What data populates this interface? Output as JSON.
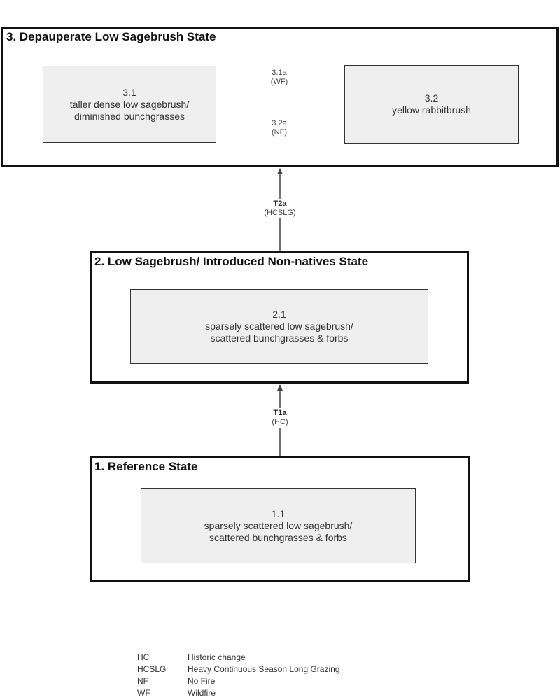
{
  "states": [
    {
      "title": "3. Depauperate Low Sagebrush State"
    },
    {
      "title": "2. Low Sagebrush/ Introduced Non-natives State"
    },
    {
      "title": "1. Reference State"
    }
  ],
  "phases": {
    "p31": {
      "id": "3.1",
      "desc": "taller dense low sagebrush/\ndiminished bunchgrasses"
    },
    "p32": {
      "id": "3.2",
      "desc": "yellow rabbitbrush"
    },
    "p21": {
      "id": "2.1",
      "desc": "sparsely scattered low sagebrush/\nscattered bunchgrasses & forbs"
    },
    "p11": {
      "id": "1.1",
      "desc": "sparsely scattered low sagebrush/\nscattered bunchgrasses & forbs"
    }
  },
  "transitions": {
    "t31a": {
      "code": "3.1a",
      "cause": "(WF)"
    },
    "t32a": {
      "code": "3.2a",
      "cause": "(NF)"
    },
    "T2a": {
      "code": "T2a",
      "cause": "(HCSLG)"
    },
    "T1a": {
      "code": "T1a",
      "cause": "(HC)"
    }
  },
  "legend": [
    {
      "abbr": "HC",
      "meaning": "Historic change"
    },
    {
      "abbr": "HCSLG",
      "meaning": "Heavy Continuous Season Long Grazing"
    },
    {
      "abbr": "NF",
      "meaning": "No Fire"
    },
    {
      "abbr": "WF",
      "meaning": "Wildfire"
    }
  ]
}
